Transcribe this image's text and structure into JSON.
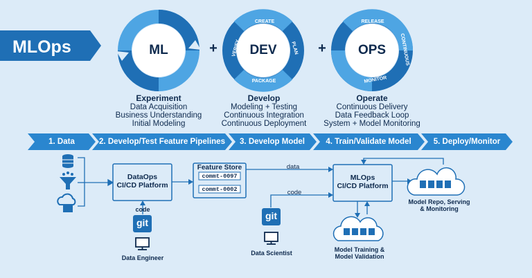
{
  "header": {
    "title": "MLOps"
  },
  "cycles": {
    "ml": {
      "center": "ML"
    },
    "dev": {
      "center": "DEV",
      "labels": {
        "create": "CREATE",
        "plan": "PLAN",
        "package": "PACKAGE",
        "verify": "VERIFY"
      }
    },
    "ops": {
      "center": "OPS",
      "labels": {
        "release": "RELEASE",
        "continuous": "CONTINUOUS",
        "monitor": "MONITOR"
      }
    },
    "plus": "+"
  },
  "phases": [
    {
      "title": "Experiment",
      "lines": [
        "Data Acquisition",
        "Business Understanding",
        "Initial Modeling"
      ]
    },
    {
      "title": "Develop",
      "lines": [
        "Modeling + Testing",
        "Continuous Integration",
        "Continuous Deployment"
      ]
    },
    {
      "title": "Operate",
      "lines": [
        "Continuous Delivery",
        "Data Feedback Loop",
        "System + Model Monitoring"
      ]
    }
  ],
  "steps": [
    "1. Data",
    "2. Develop/Test Feature Pipelines",
    "3. Develop Model",
    "4. Train/Validate Model",
    "5. Deploy/Monitor"
  ],
  "flow": {
    "dataops_title": "DataOps\nCI/CD Platform",
    "feature_store_title": "Feature Store",
    "commits": [
      "commt-0097",
      "commt-0002"
    ],
    "mlops_title": "MLOps\nCI/CD Platform",
    "edge_data": "data",
    "edge_code": "code",
    "code_label": "code",
    "git_label": "git",
    "data_engineer": "Data Engineer",
    "data_scientist": "Data Scientist",
    "training_label": "Model Training &\nModel Validation",
    "repo_label": "Model Repo, Serving\n& Monitoring"
  },
  "colors": {
    "background": "#dcebf8",
    "navy": "#0e2a4e",
    "blue": "#1f6fb5",
    "light_blue": "#4ea5e3",
    "step_band": "#2a86cf"
  }
}
